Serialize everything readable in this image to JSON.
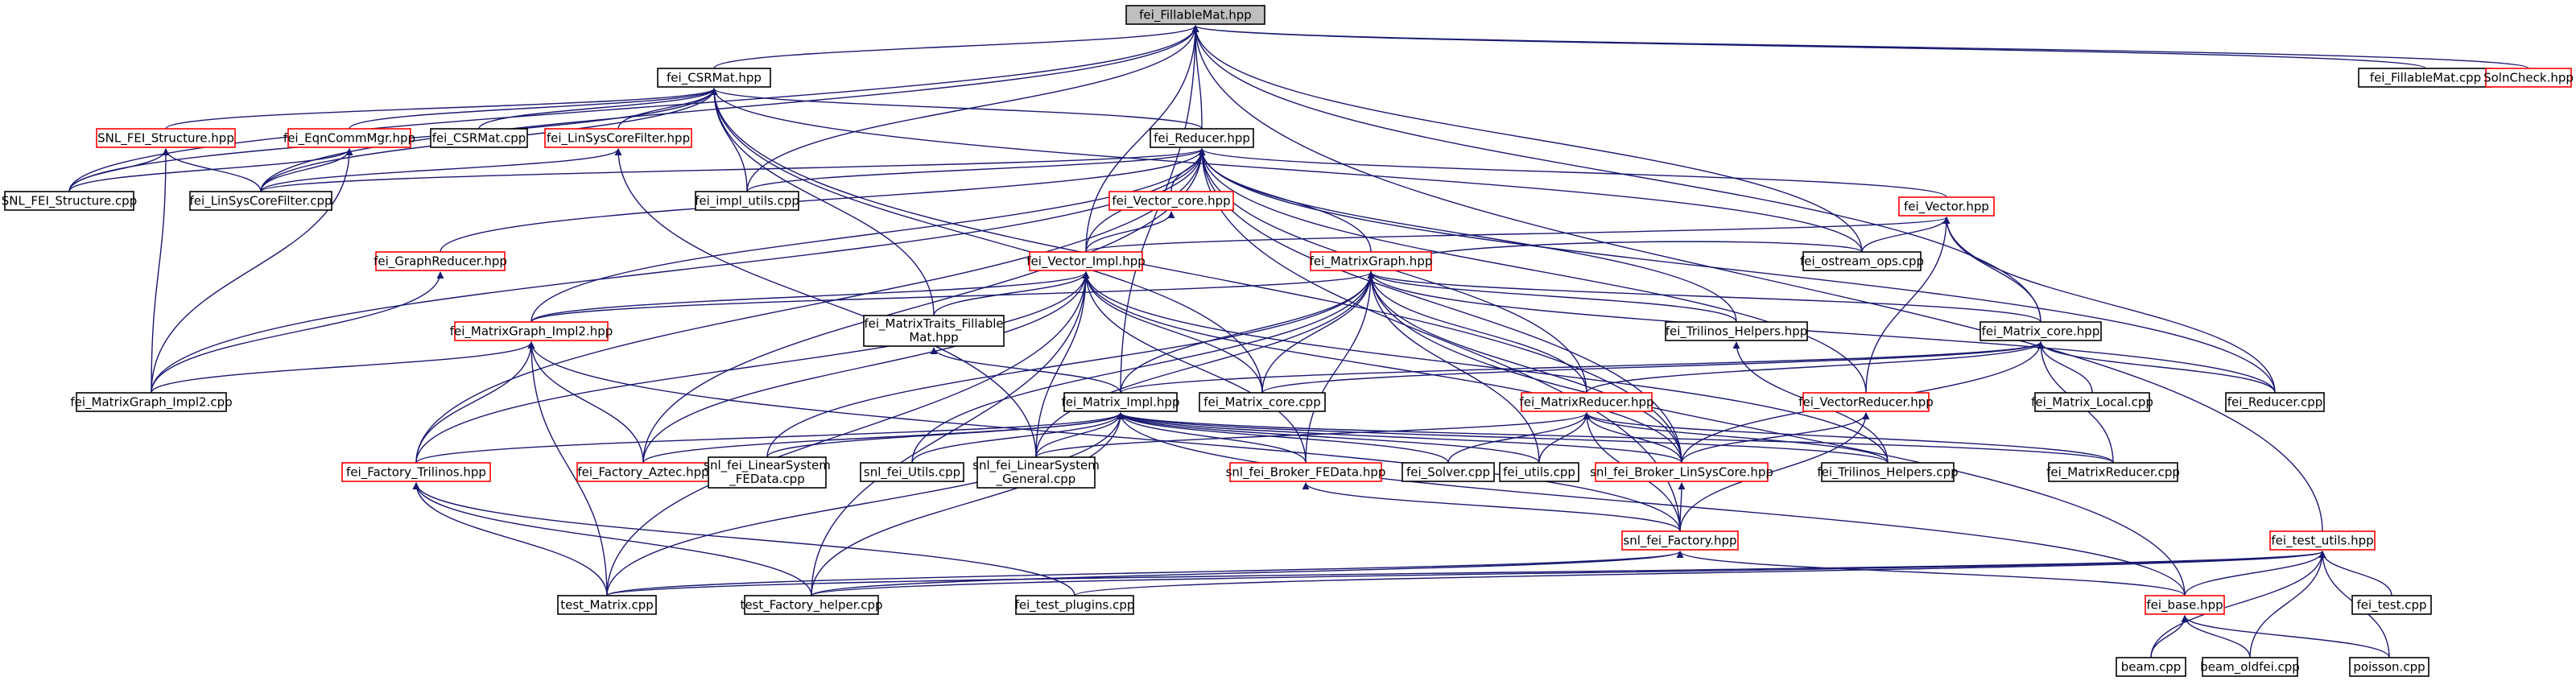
{
  "colors": {
    "edge": "#191970",
    "root_fill": "#bfbfbf",
    "node_border_black": "#000000",
    "node_border_red": "#ff0000"
  },
  "nodes": [
    {
      "id": "fillable_hpp",
      "label": "fei_FillableMat.hpp",
      "border": "#000000",
      "fill": "#bfbfbf"
    },
    {
      "id": "csrmat_hpp",
      "label": "fei_CSRMat.hpp",
      "border": "#000000"
    },
    {
      "id": "fillable_cpp",
      "label": "fei_FillableMat.cpp",
      "border": "#000000"
    },
    {
      "id": "solncheck",
      "label": "SolnCheck.hpp",
      "border": "#ff0000"
    },
    {
      "id": "snl_struct_hpp",
      "label": "SNL_FEI_Structure.hpp",
      "border": "#ff0000"
    },
    {
      "id": "eqncomm",
      "label": "fei_EqnCommMgr.hpp",
      "border": "#ff0000"
    },
    {
      "id": "csrmat_cpp",
      "label": "fei_CSRMat.cpp",
      "border": "#000000"
    },
    {
      "id": "linsysfilter_hpp",
      "label": "fei_LinSysCoreFilter.hpp",
      "border": "#ff0000"
    },
    {
      "id": "reducer_hpp",
      "label": "fei_Reducer.hpp",
      "border": "#000000"
    },
    {
      "id": "snl_struct_cpp",
      "label": "SNL_FEI_Structure.cpp",
      "border": "#000000"
    },
    {
      "id": "linsysfilter_cpp",
      "label": "fei_LinSysCoreFilter.cpp",
      "border": "#000000"
    },
    {
      "id": "impl_utils",
      "label": "fei_impl_utils.cpp",
      "border": "#000000"
    },
    {
      "id": "vector_core",
      "label": "fei_Vector_core.hpp",
      "border": "#ff0000"
    },
    {
      "id": "vector_hpp",
      "label": "fei_Vector.hpp",
      "border": "#ff0000"
    },
    {
      "id": "graphreducer",
      "label": "fei_GraphReducer.hpp",
      "border": "#ff0000"
    },
    {
      "id": "vector_impl",
      "label": "fei_Vector_Impl.hpp",
      "border": "#ff0000"
    },
    {
      "id": "matrixgraph_hpp",
      "label": "fei_MatrixGraph.hpp",
      "border": "#ff0000"
    },
    {
      "id": "ostream_ops",
      "label": "fei_ostream_ops.cpp",
      "border": "#000000"
    },
    {
      "id": "trilinos_helpers_hpp",
      "label": "fei_Trilinos_Helpers.hpp",
      "border": "#000000"
    },
    {
      "id": "matrix_core_hpp",
      "label": "fei_Matrix_core.hpp",
      "border": "#000000"
    },
    {
      "id": "mgi2_hpp",
      "label": "fei_MatrixGraph_Impl2.hpp",
      "border": "#ff0000"
    },
    {
      "id": "mtraits",
      "label": "fei_MatrixTraits_Fillable",
      "label2": "Mat.hpp",
      "border": "#000000"
    },
    {
      "id": "mgi2_cpp",
      "label": "fei_MatrixGraph_Impl2.cpp",
      "border": "#000000"
    },
    {
      "id": "matrix_impl",
      "label": "fei_Matrix_Impl.hpp",
      "border": "#000000"
    },
    {
      "id": "matrix_core_cpp",
      "label": "fei_Matrix_core.cpp",
      "border": "#000000"
    },
    {
      "id": "matrixreducer_hpp",
      "label": "fei_MatrixReducer.hpp",
      "border": "#ff0000"
    },
    {
      "id": "vectorreducer",
      "label": "fei_VectorReducer.hpp",
      "border": "#ff0000"
    },
    {
      "id": "matrix_local",
      "label": "fei_Matrix_Local.cpp",
      "border": "#000000"
    },
    {
      "id": "reducer_cpp",
      "label": "fei_Reducer.cpp",
      "border": "#000000"
    },
    {
      "id": "factory_tril",
      "label": "fei_Factory_Trilinos.hpp",
      "border": "#ff0000"
    },
    {
      "id": "factory_aztec",
      "label": "fei_Factory_Aztec.hpp",
      "border": "#ff0000"
    },
    {
      "id": "lsfedata",
      "label": "snl_fei_LinearSystem",
      "label2": "_FEData.cpp",
      "border": "#000000"
    },
    {
      "id": "snl_utils",
      "label": "snl_fei_Utils.cpp",
      "border": "#000000"
    },
    {
      "id": "lsgeneral",
      "label": "snl_fei_LinearSystem",
      "label2": "_General.cpp",
      "border": "#000000"
    },
    {
      "id": "broker_fedata",
      "label": "snl_fei_Broker_FEData.hpp",
      "border": "#ff0000"
    },
    {
      "id": "solver",
      "label": "fei_Solver.cpp",
      "border": "#000000"
    },
    {
      "id": "utils_cpp",
      "label": "fei_utils.cpp",
      "border": "#000000"
    },
    {
      "id": "broker_lsc",
      "label": "snl_fei_Broker_LinSysCore.hpp",
      "border": "#ff0000"
    },
    {
      "id": "trilinos_helpers_cpp",
      "label": "fei_Trilinos_Helpers.cpp",
      "border": "#000000"
    },
    {
      "id": "matrixreducer_cpp",
      "label": "fei_MatrixReducer.cpp",
      "border": "#000000"
    },
    {
      "id": "snl_factory",
      "label": "snl_fei_Factory.hpp",
      "border": "#ff0000"
    },
    {
      "id": "test_utils",
      "label": "fei_test_utils.hpp",
      "border": "#ff0000"
    },
    {
      "id": "test_matrix",
      "label": "test_Matrix.cpp",
      "border": "#000000"
    },
    {
      "id": "test_factory_helper",
      "label": "test_Factory_helper.cpp",
      "border": "#000000"
    },
    {
      "id": "test_plugins",
      "label": "fei_test_plugins.cpp",
      "border": "#000000"
    },
    {
      "id": "fei_base",
      "label": "fei_base.hpp",
      "border": "#ff0000"
    },
    {
      "id": "fei_test",
      "label": "fei_test.cpp",
      "border": "#000000"
    },
    {
      "id": "beam",
      "label": "beam.cpp",
      "border": "#000000"
    },
    {
      "id": "beam_oldfei",
      "label": "beam_oldfei.cpp",
      "border": "#000000"
    },
    {
      "id": "poisson",
      "label": "poisson.cpp",
      "border": "#000000"
    }
  ],
  "edges": [
    [
      "csrmat_hpp",
      "fillable_hpp"
    ],
    [
      "fillable_cpp",
      "fillable_hpp"
    ],
    [
      "solncheck",
      "fillable_hpp"
    ],
    [
      "reducer_hpp",
      "fillable_hpp"
    ],
    [
      "snl_struct_cpp",
      "fillable_hpp"
    ],
    [
      "linsysfilter_cpp",
      "fillable_hpp"
    ],
    [
      "impl_utils",
      "fillable_hpp"
    ],
    [
      "ostream_ops",
      "fillable_hpp"
    ],
    [
      "matrix_core_hpp",
      "fillable_hpp"
    ],
    [
      "matrix_impl",
      "fillable_hpp"
    ],
    [
      "vector_impl",
      "fillable_hpp"
    ],
    [
      "test_utils",
      "fillable_hpp"
    ],
    [
      "snl_struct_hpp",
      "csrmat_hpp"
    ],
    [
      "eqncomm",
      "csrmat_hpp"
    ],
    [
      "csrmat_cpp",
      "csrmat_hpp"
    ],
    [
      "linsysfilter_hpp",
      "csrmat_hpp"
    ],
    [
      "reducer_hpp",
      "csrmat_hpp"
    ],
    [
      "snl_struct_cpp",
      "csrmat_hpp"
    ],
    [
      "linsysfilter_cpp",
      "csrmat_hpp"
    ],
    [
      "impl_utils",
      "csrmat_hpp"
    ],
    [
      "mtraits",
      "csrmat_hpp"
    ],
    [
      "matrix_core_cpp",
      "csrmat_hpp"
    ],
    [
      "broker_lsc",
      "csrmat_hpp"
    ],
    [
      "ostream_ops",
      "csrmat_hpp"
    ],
    [
      "snl_struct_cpp",
      "snl_struct_hpp"
    ],
    [
      "linsysfilter_cpp",
      "snl_struct_hpp"
    ],
    [
      "mgi2_cpp",
      "snl_struct_hpp"
    ],
    [
      "snl_struct_cpp",
      "eqncomm"
    ],
    [
      "linsysfilter_cpp",
      "eqncomm"
    ],
    [
      "mgi2_cpp",
      "eqncomm"
    ],
    [
      "linsysfilter_cpp",
      "linsysfilter_hpp"
    ],
    [
      "lsgeneral",
      "linsysfilter_hpp"
    ],
    [
      "impl_utils",
      "reducer_hpp"
    ],
    [
      "vector_core",
      "reducer_hpp"
    ],
    [
      "vector_hpp",
      "reducer_hpp"
    ],
    [
      "graphreducer",
      "reducer_hpp"
    ],
    [
      "vector_impl",
      "reducer_hpp"
    ],
    [
      "matrixgraph_hpp",
      "reducer_hpp"
    ],
    [
      "trilinos_helpers_hpp",
      "reducer_hpp"
    ],
    [
      "mgi2_hpp",
      "reducer_hpp"
    ],
    [
      "mgi2_cpp",
      "reducer_hpp"
    ],
    [
      "matrixreducer_hpp",
      "reducer_hpp"
    ],
    [
      "vectorreducer",
      "reducer_hpp"
    ],
    [
      "reducer_cpp",
      "reducer_hpp"
    ],
    [
      "factory_tril",
      "reducer_hpp"
    ],
    [
      "factory_aztec",
      "reducer_hpp"
    ],
    [
      "broker_lsc",
      "reducer_hpp"
    ],
    [
      "snl_factory",
      "reducer_hpp"
    ],
    [
      "linsysfilter_cpp",
      "reducer_hpp"
    ],
    [
      "vector_impl",
      "vector_core"
    ],
    [
      "ostream_ops",
      "vector_hpp"
    ],
    [
      "vector_impl",
      "vector_hpp"
    ],
    [
      "matrix_core_hpp",
      "vector_hpp"
    ],
    [
      "vectorreducer",
      "vector_hpp"
    ],
    [
      "reducer_cpp",
      "vector_hpp"
    ],
    [
      "mgi2_cpp",
      "graphreducer"
    ],
    [
      "mgi2_hpp",
      "vector_impl"
    ],
    [
      "mtraits",
      "vector_impl"
    ],
    [
      "matrix_core_cpp",
      "vector_impl"
    ],
    [
      "factory_tril",
      "vector_impl"
    ],
    [
      "factory_aztec",
      "vector_impl"
    ],
    [
      "lsgeneral",
      "vector_impl"
    ],
    [
      "broker_fedata",
      "vector_impl"
    ],
    [
      "broker_lsc",
      "vector_impl"
    ],
    [
      "test_matrix",
      "vector_impl"
    ],
    [
      "test_factory_helper",
      "vector_impl"
    ],
    [
      "trilinos_helpers_cpp",
      "vector_impl"
    ],
    [
      "ostream_ops",
      "matrixgraph_hpp"
    ],
    [
      "trilinos_helpers_hpp",
      "matrixgraph_hpp"
    ],
    [
      "matrix_core_hpp",
      "matrixgraph_hpp"
    ],
    [
      "mgi2_hpp",
      "matrixgraph_hpp"
    ],
    [
      "matrix_impl",
      "matrixgraph_hpp"
    ],
    [
      "matrixreducer_hpp",
      "matrixgraph_hpp"
    ],
    [
      "lsfedata",
      "matrixgraph_hpp"
    ],
    [
      "snl_utils",
      "matrixgraph_hpp"
    ],
    [
      "lsgeneral",
      "matrixgraph_hpp"
    ],
    [
      "broker_fedata",
      "matrixgraph_hpp"
    ],
    [
      "utils_cpp",
      "matrixgraph_hpp"
    ],
    [
      "broker_lsc",
      "matrixgraph_hpp"
    ],
    [
      "reducer_cpp",
      "matrixgraph_hpp"
    ],
    [
      "matrix_core_cpp",
      "matrixgraph_hpp"
    ],
    [
      "fei_base",
      "matrixgraph_hpp"
    ],
    [
      "trilinos_helpers_cpp",
      "trilinos_helpers_hpp"
    ],
    [
      "matrix_impl",
      "matrix_core_hpp"
    ],
    [
      "matrix_core_cpp",
      "matrix_core_hpp"
    ],
    [
      "matrix_local",
      "matrix_core_hpp"
    ],
    [
      "matrixreducer_hpp",
      "matrix_core_hpp"
    ],
    [
      "matrixreducer_cpp",
      "matrix_core_hpp"
    ],
    [
      "reducer_cpp",
      "matrix_core_hpp"
    ],
    [
      "broker_lsc",
      "matrix_core_hpp"
    ],
    [
      "mgi2_cpp",
      "mgi2_hpp"
    ],
    [
      "factory_tril",
      "mgi2_hpp"
    ],
    [
      "factory_aztec",
      "mgi2_hpp"
    ],
    [
      "test_matrix",
      "mgi2_hpp"
    ],
    [
      "snl_factory",
      "mgi2_hpp"
    ],
    [
      "matrix_impl",
      "mtraits"
    ],
    [
      "factory_tril",
      "matrix_impl"
    ],
    [
      "factory_aztec",
      "matrix_impl"
    ],
    [
      "lsfedata",
      "matrix_impl"
    ],
    [
      "snl_utils",
      "matrix_impl"
    ],
    [
      "lsgeneral",
      "matrix_impl"
    ],
    [
      "broker_fedata",
      "matrix_impl"
    ],
    [
      "solver",
      "matrix_impl"
    ],
    [
      "utils_cpp",
      "matrix_impl"
    ],
    [
      "broker_lsc",
      "matrix_impl"
    ],
    [
      "trilinos_helpers_cpp",
      "matrix_impl"
    ],
    [
      "matrixreducer_cpp",
      "matrix_impl"
    ],
    [
      "test_matrix",
      "matrix_impl"
    ],
    [
      "test_factory_helper",
      "matrix_impl"
    ],
    [
      "fei_base",
      "matrix_impl"
    ],
    [
      "lsgeneral",
      "matrixreducer_hpp"
    ],
    [
      "solver",
      "matrixreducer_hpp"
    ],
    [
      "utils_cpp",
      "matrixreducer_hpp"
    ],
    [
      "broker_lsc",
      "matrixreducer_hpp"
    ],
    [
      "trilinos_helpers_cpp",
      "matrixreducer_hpp"
    ],
    [
      "matrixreducer_cpp",
      "matrixreducer_hpp"
    ],
    [
      "snl_factory",
      "matrixreducer_hpp"
    ],
    [
      "broker_lsc",
      "vectorreducer"
    ],
    [
      "snl_factory",
      "vectorreducer"
    ],
    [
      "test_matrix",
      "factory_tril"
    ],
    [
      "test_factory_helper",
      "factory_tril"
    ],
    [
      "test_plugins",
      "factory_tril"
    ],
    [
      "snl_factory",
      "broker_fedata"
    ],
    [
      "snl_factory",
      "broker_lsc"
    ],
    [
      "test_matrix",
      "snl_factory"
    ],
    [
      "test_factory_helper",
      "snl_factory"
    ],
    [
      "fei_base",
      "snl_factory"
    ],
    [
      "test_matrix",
      "test_utils"
    ],
    [
      "test_factory_helper",
      "test_utils"
    ],
    [
      "test_plugins",
      "test_utils"
    ],
    [
      "fei_base",
      "test_utils"
    ],
    [
      "fei_test",
      "test_utils"
    ],
    [
      "beam",
      "test_utils"
    ],
    [
      "beam_oldfei",
      "test_utils"
    ],
    [
      "poisson",
      "test_utils"
    ],
    [
      "beam",
      "fei_base"
    ],
    [
      "beam_oldfei",
      "fei_base"
    ],
    [
      "poisson",
      "fei_base"
    ]
  ]
}
